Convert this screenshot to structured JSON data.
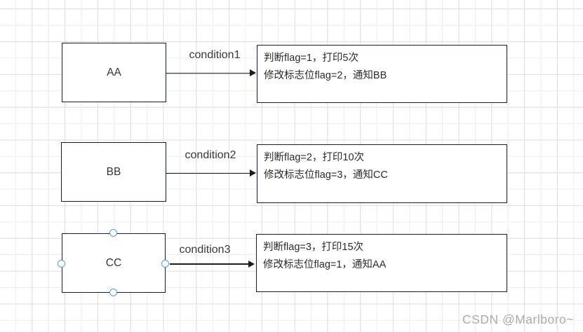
{
  "diagram": {
    "rows": [
      {
        "node": "AA",
        "condition": "condition1",
        "note_line1": "判断flag=1，打印5次",
        "note_line2": "修改标志位flag=2，通知BB"
      },
      {
        "node": "BB",
        "condition": "condition2",
        "note_line1": "判断flag=2，打印10次",
        "note_line2": "修改标志位flag=3，通知CC"
      },
      {
        "node": "CC",
        "condition": "condition3",
        "note_line1": "判断flag=3，打印15次",
        "note_line2": "修改标志位flag=1，通知AA"
      }
    ],
    "selected_node": "CC"
  },
  "colors": {
    "shape_border": "#101c42",
    "arrow": "#1c1c1c",
    "handle_accent": "#4f9fe8",
    "grid_minor": "#ededf0",
    "grid_major": "#dfdfe3",
    "watermark": "#ababab"
  },
  "watermark": "CSDN @Marlboro~"
}
